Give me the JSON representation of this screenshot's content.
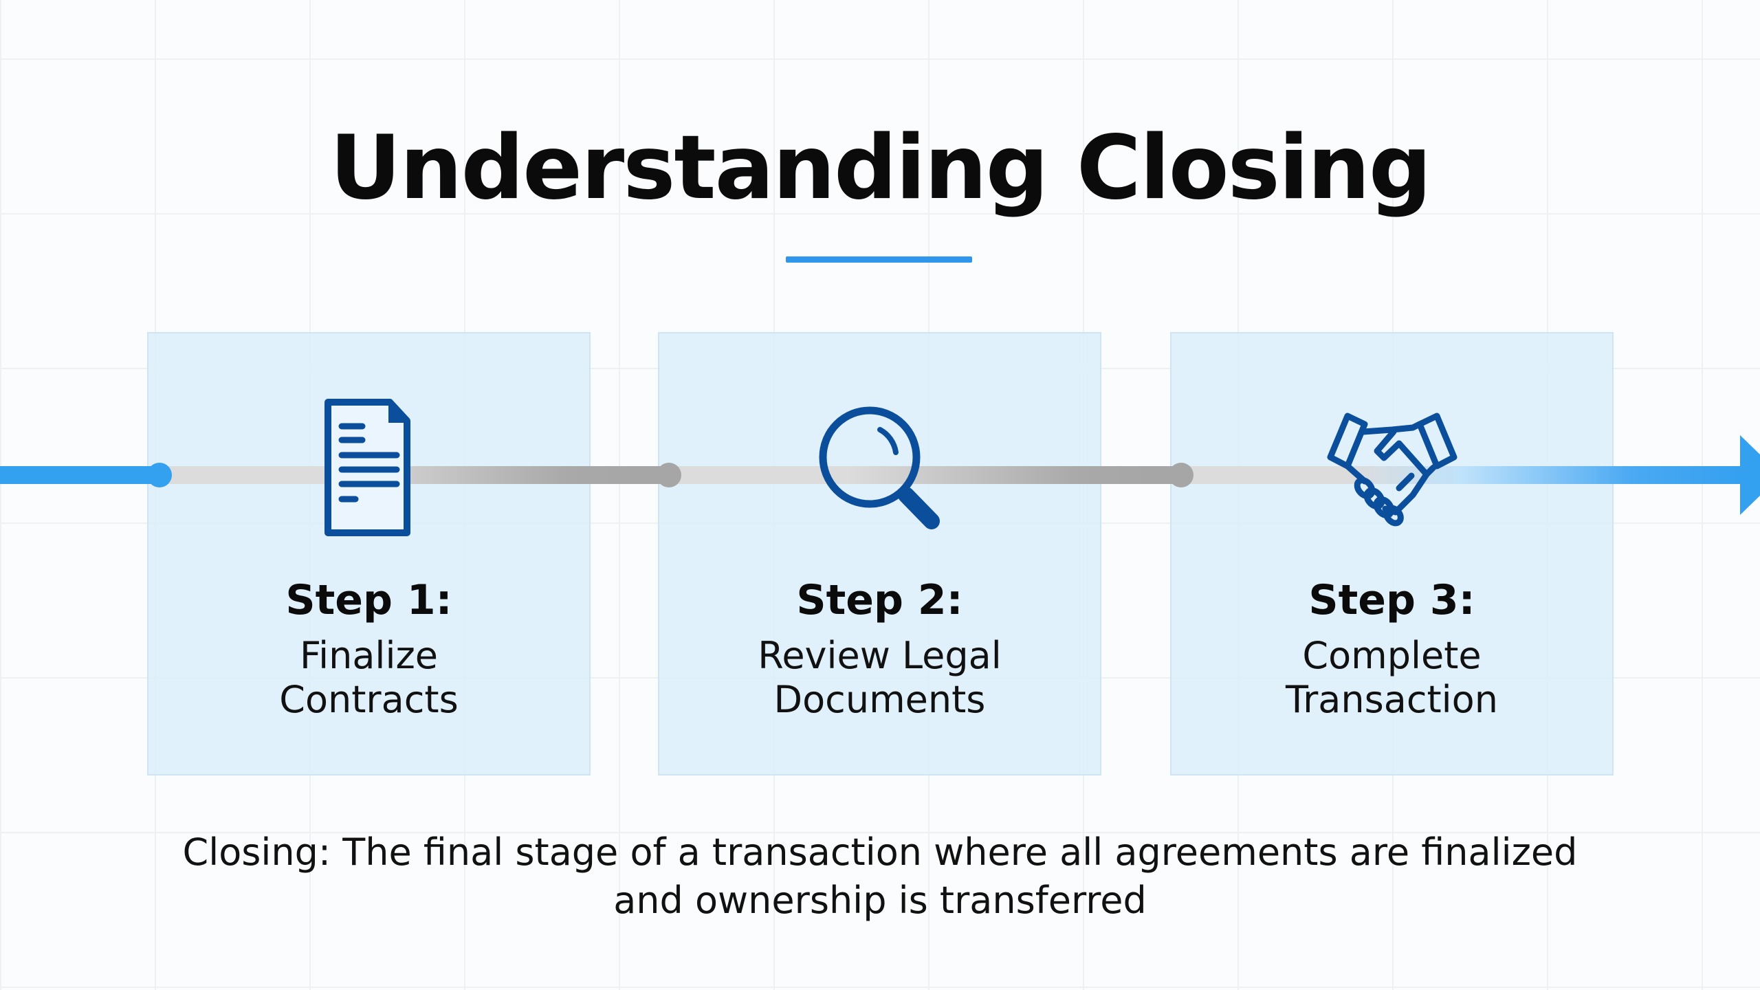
{
  "title": "Understanding Closing",
  "colors": {
    "accent": "#2f96ec",
    "icon": "#0b4f9c",
    "card": "#dceefa"
  },
  "steps": [
    {
      "label": "Step 1:",
      "line1": "Finalize",
      "line2": "Contracts",
      "icon": "document-icon"
    },
    {
      "label": "Step 2:",
      "line1": "Review Legal",
      "line2": "Documents",
      "icon": "magnifier-icon"
    },
    {
      "label": "Step 3:",
      "line1": "Complete",
      "line2": "Transaction",
      "icon": "handshake-icon"
    }
  ],
  "footer": {
    "line1": "Closing: The final stage of a transaction where all agreements are finalized",
    "line2": "and ownership is transferred"
  }
}
